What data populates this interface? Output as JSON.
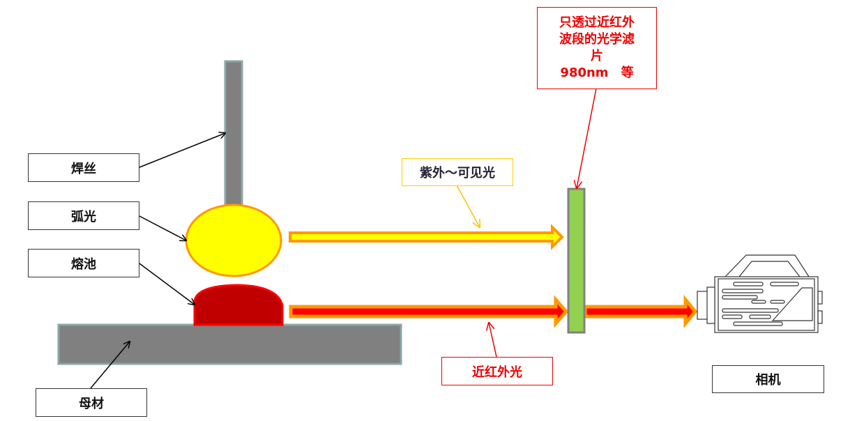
{
  "labels": {
    "wire": "焊丝",
    "arc": "弧光",
    "pool": "熔池",
    "base": "母材",
    "uv_visible": "紫外～可见光",
    "nir": "近红外光",
    "filter_lines": [
      "只透过近红外",
      "波段的光学滤",
      "片",
      "980nm　等"
    ],
    "camera": "相机"
  },
  "colors": {
    "arc_fill": "#ffff00",
    "arc_stroke": "#ff9900",
    "pool_fill": "#c00000",
    "pool_stroke": "#ff0000",
    "metal_fill": "#808080",
    "metal_stroke": "#8aa6a6",
    "filter_fill": "#92d050",
    "uv_arrow_outline": "#ff9900",
    "nir_arrow_fill": "#ff0000"
  }
}
